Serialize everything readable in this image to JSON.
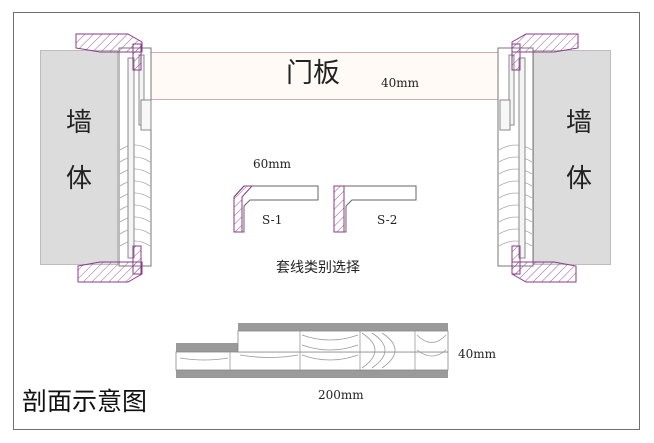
{
  "diagram": {
    "door_panel": {
      "label": "门板",
      "thickness": "40mm"
    },
    "wall_left": {
      "label_top": "墙",
      "label_bottom": "体"
    },
    "wall_right": {
      "label_top": "墙",
      "label_bottom": "体"
    },
    "casing": {
      "width_label": "60mm",
      "types": [
        {
          "label": "S-1"
        },
        {
          "label": "S-2"
        }
      ],
      "caption": "套线类别选择"
    },
    "board": {
      "thickness": "40mm",
      "width": "200mm"
    },
    "title": "剖面示意图"
  },
  "colors": {
    "outline": "#8a3a8a",
    "hatch": "#9a5a9a",
    "panel_border": "#d9aab5",
    "wall": "#dcdcdc",
    "frame": "#6f6f6f"
  }
}
